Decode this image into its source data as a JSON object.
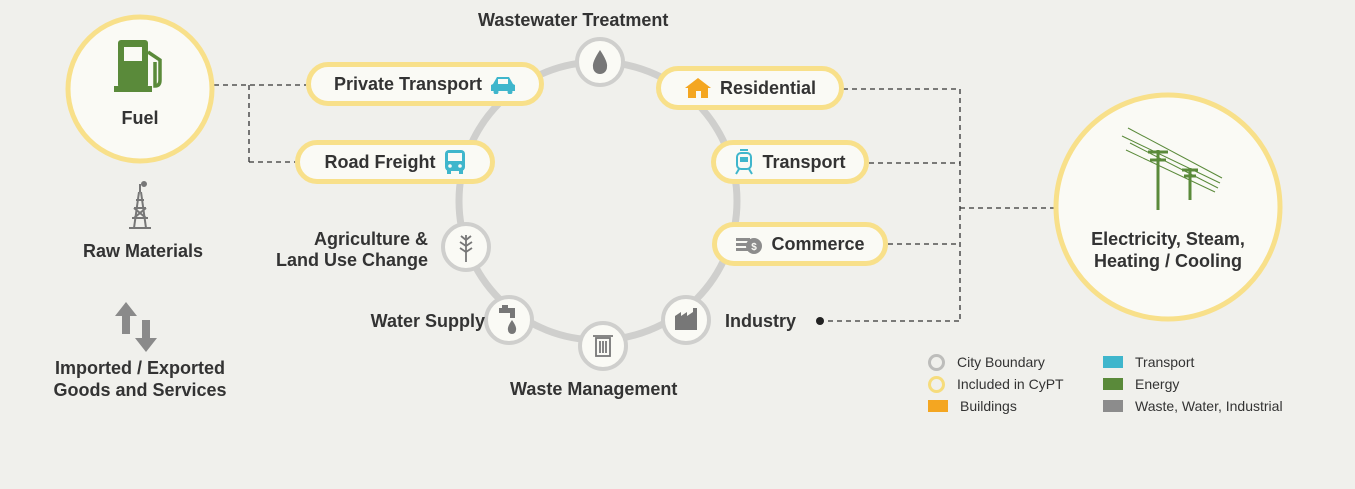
{
  "colors": {
    "transport": "#3fb6cc",
    "energy": "#5a8a3a",
    "buildings": "#f4a621",
    "waste": "#8c8c8c",
    "highlight": "#f8e08a",
    "boundary": "#cfcfcd"
  },
  "nodes": {
    "wastewater": "Wastewater Treatment",
    "agriculture_1": "Agriculture &",
    "agriculture_2": "Land Use Change",
    "water_supply": "Water Supply",
    "waste_management": "Waste Management",
    "industry": "Industry"
  },
  "pills": {
    "private_transport": "Private Transport",
    "road_freight": "Road Freight",
    "residential": "Residential",
    "transport": "Transport",
    "commerce": "Commerce"
  },
  "left": {
    "fuel": "Fuel",
    "raw_materials": "Raw Materials",
    "imported_1": "Imported / Exported",
    "imported_2": "Goods and Services"
  },
  "right": {
    "electricity_1": "Electricity, Steam,",
    "electricity_2": "Heating / Cooling"
  },
  "legend": {
    "city_boundary": "City Boundary",
    "included": "Included in CyPT",
    "buildings": "Buildings",
    "transport": "Transport",
    "energy": "Energy",
    "waste": "Waste, Water, Industrial"
  },
  "icons": [
    "fuel-pump-icon",
    "oil-derrick-icon",
    "import-export-arrows-icon",
    "power-line-icon",
    "water-drop-icon",
    "car-icon",
    "bus-icon",
    "house-icon",
    "train-icon",
    "coins-icon",
    "wheat-icon",
    "faucet-icon",
    "trash-can-icon",
    "factory-icon"
  ]
}
